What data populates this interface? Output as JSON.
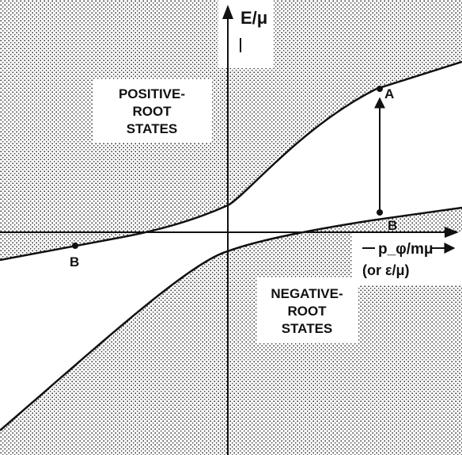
{
  "axes": {
    "y_label": "E/μ",
    "x_label": "p_φ/mμ",
    "x_label_alt": "(or ε/μ)"
  },
  "regions": {
    "positive": {
      "line1": "POSITIVE-",
      "line2": "ROOT",
      "line3": "STATES"
    },
    "negative": {
      "line1": "NEGATIVE-",
      "line2": "ROOT",
      "line3": "STATES"
    }
  },
  "points": {
    "A": "A",
    "B_right": "B",
    "B_left": "B"
  },
  "colors": {
    "ink": "#111111",
    "stipple": "#2a2a2a",
    "paper": "#ffffff"
  }
}
